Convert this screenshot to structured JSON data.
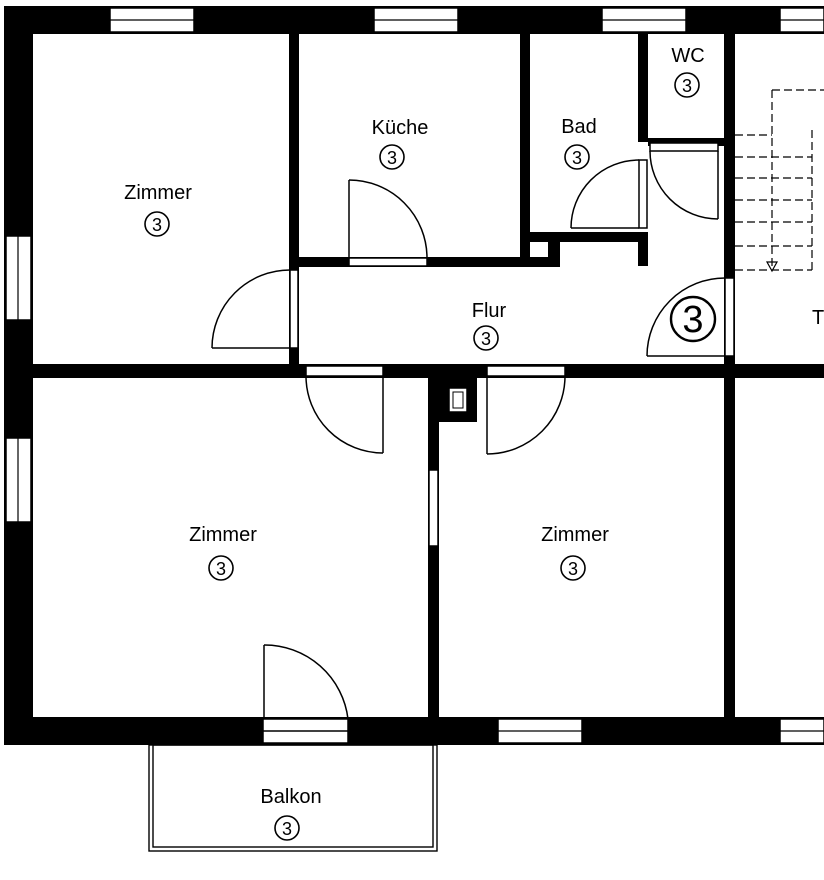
{
  "rooms": {
    "zimmer_top_left": {
      "label": "Zimmer",
      "marker": "3"
    },
    "kueche": {
      "label": "Küche",
      "marker": "3"
    },
    "bad": {
      "label": "Bad",
      "marker": "3"
    },
    "wc": {
      "label": "WC",
      "marker": "3"
    },
    "flur": {
      "label": "Flur",
      "marker": "3"
    },
    "zimmer_bottom_left": {
      "label": "Zimmer",
      "marker": "3"
    },
    "zimmer_bottom_right": {
      "label": "Zimmer",
      "marker": "3"
    },
    "balkon": {
      "label": "Balkon",
      "marker": "3"
    }
  },
  "stairwell": {
    "label": "TR"
  },
  "floor_marker": "3"
}
